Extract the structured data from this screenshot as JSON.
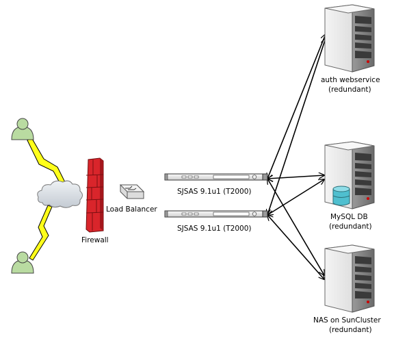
{
  "labels": {
    "firewall": "Firewall",
    "load_balancer": "Load Balancer",
    "app_server_1": "SJSAS 9.1u1 (T2000)",
    "app_server_2": "SJSAS 9.1u1 (T2000)",
    "auth_line1": "auth webservice",
    "auth_line2": "(redundant)",
    "mysql_line1": "MySQL DB",
    "mysql_line2": "(redundant)",
    "nas_line1": "NAS on SunCluster",
    "nas_line2": "(redundant)"
  },
  "colors": {
    "user_fill": "#b9dba1",
    "firewall_red": "#d9252b",
    "lightning_yellow": "#ffff1a",
    "cloud_fill": "#d8dde3",
    "db_teal": "#4fbfcf"
  },
  "icons": [
    "user-icon",
    "lightning-icon",
    "cloud-icon",
    "firewall-icon",
    "load-balancer-icon",
    "rack-server-icon",
    "tower-server-icon",
    "database-icon"
  ]
}
